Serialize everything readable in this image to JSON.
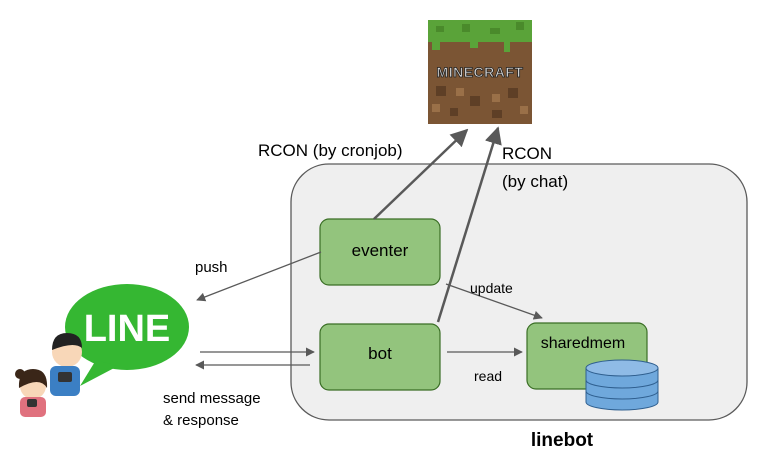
{
  "container": {
    "label": "linebot"
  },
  "nodes": {
    "eventer": "eventer",
    "bot": "bot",
    "sharedmem": "sharedmem"
  },
  "external": {
    "minecraft_logo_text": "MINECRAFT",
    "line_logo_text": "LINE"
  },
  "edges": {
    "rcon_cron": "RCON (by cronjob)",
    "rcon_chat_line1": "RCON",
    "rcon_chat_line2": "(by chat)",
    "push": "push",
    "update": "update",
    "read": "read",
    "send_line1": "send message",
    "send_line2": "& response"
  },
  "colors": {
    "node_fill": "#93c47d",
    "node_stroke": "#3a6e25",
    "container_fill": "#efefef",
    "container_stroke": "#5a5a5a",
    "arrow": "#595959",
    "db_fill": "#6fa8dc",
    "line_green": "#35b732"
  }
}
